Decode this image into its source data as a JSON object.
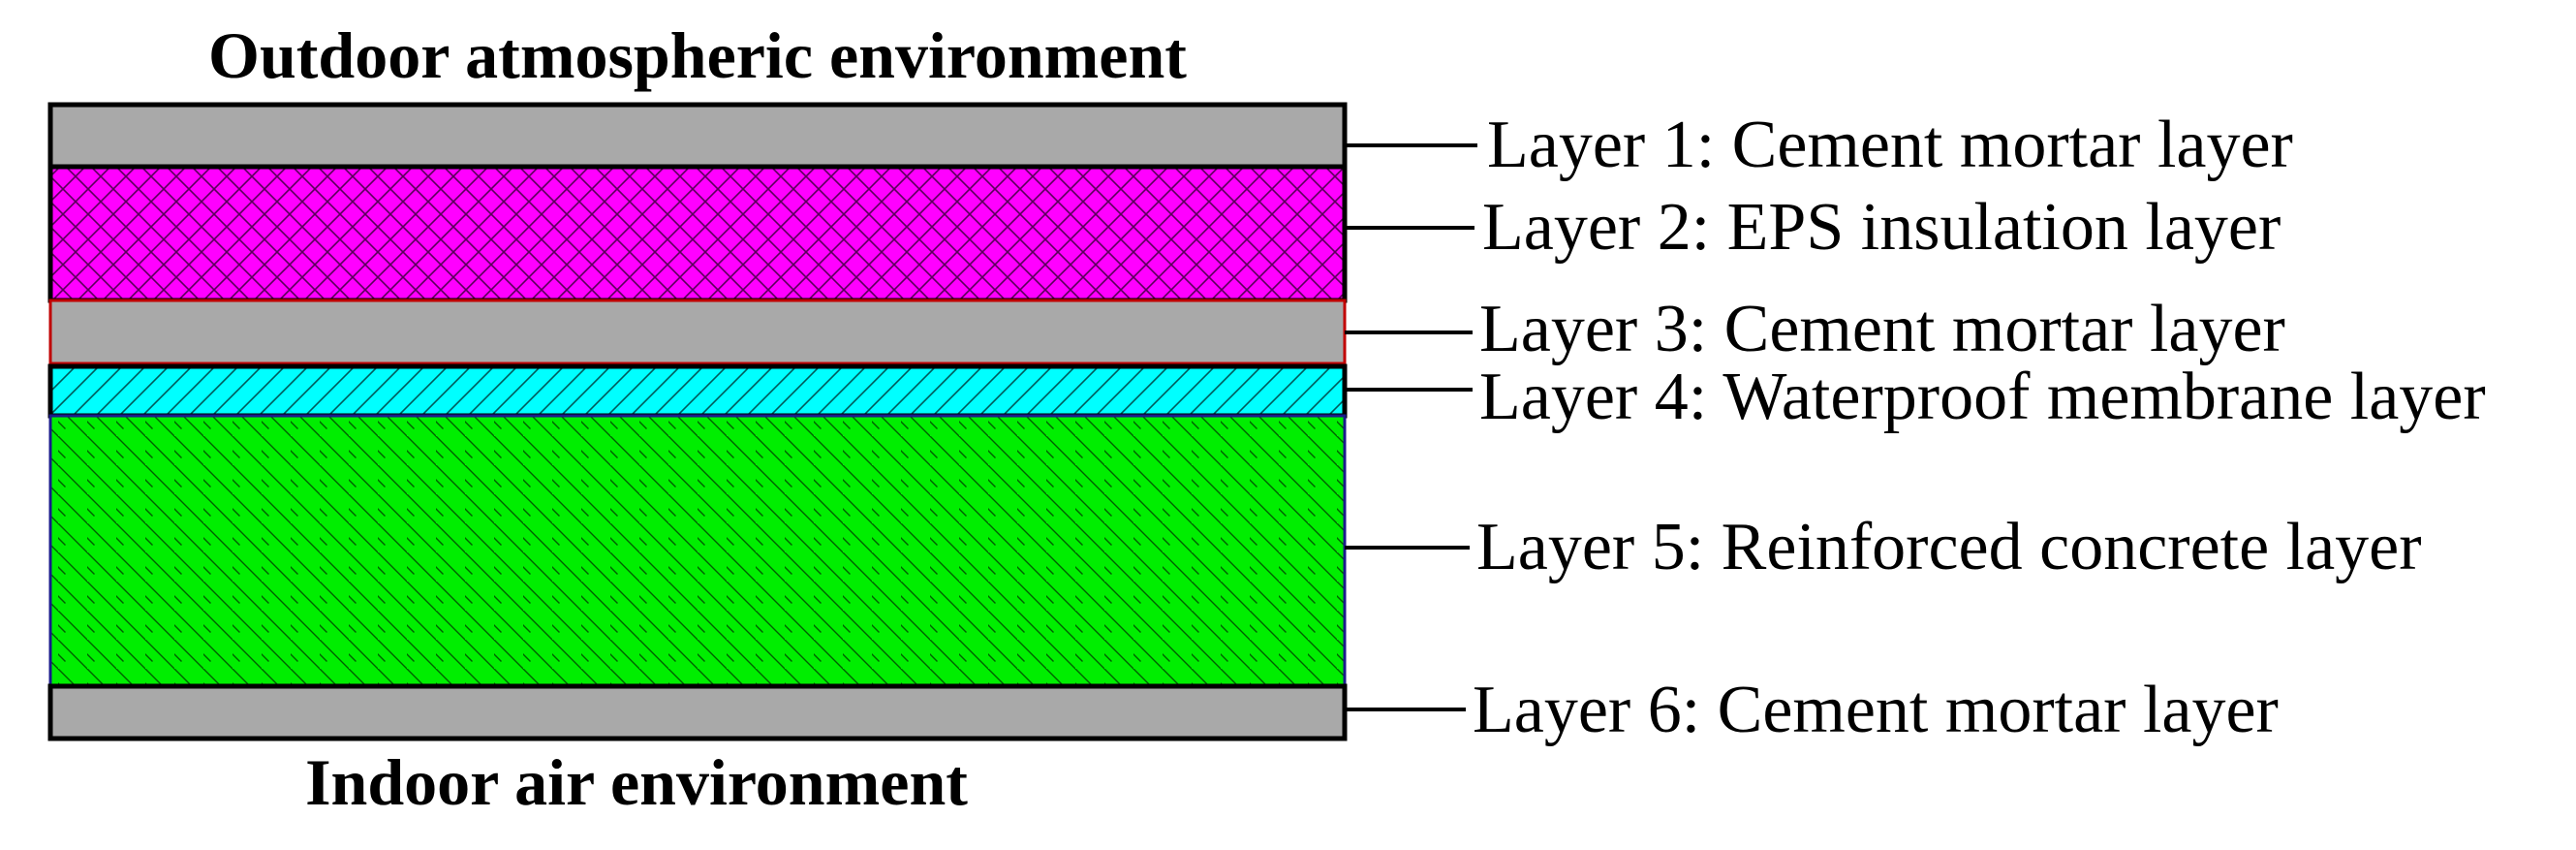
{
  "top_caption": "Outdoor atmospheric environment",
  "bottom_caption": "Indoor air environment",
  "layers": [
    {
      "label": "Layer 1: Cement mortar layer",
      "fill": "#a9a9a9",
      "pattern": "none",
      "border": "#000000"
    },
    {
      "label": "Layer 2: EPS insulation layer",
      "fill": "#ff00ff",
      "pattern": "crosshatch",
      "border": "#000000"
    },
    {
      "label": "Layer 3: Cement mortar layer",
      "fill": "#a9a9a9",
      "pattern": "none",
      "border": "#c00000"
    },
    {
      "label": "Layer 4: Waterproof membrane layer",
      "fill": "#00ffff",
      "pattern": "forward-hatch",
      "border": "#000000"
    },
    {
      "label": "Layer 5: Reinforced concrete layer",
      "fill": "#00ee00",
      "pattern": "back-hatch",
      "border": "#1a1a8c"
    },
    {
      "label": "Layer 6: Cement mortar layer",
      "fill": "#a9a9a9",
      "pattern": "none",
      "border": "#000000"
    }
  ]
}
